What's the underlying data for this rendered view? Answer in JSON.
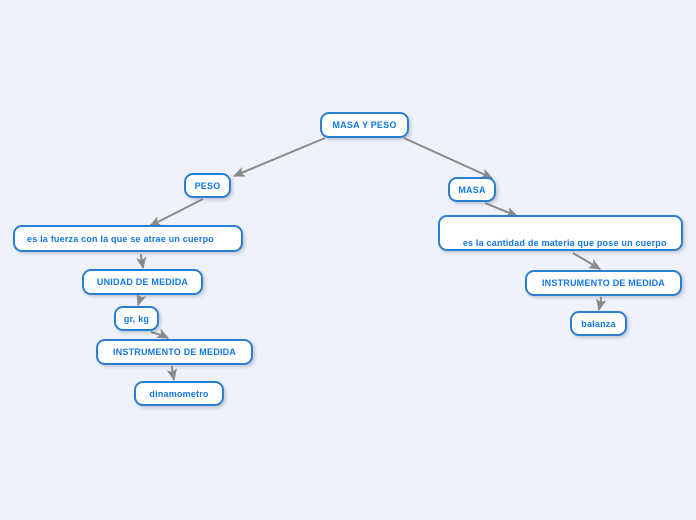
{
  "diagram": {
    "title": "MASA Y PESO",
    "background_color": "#eef2fc",
    "node_border_color": "#2b7fd0",
    "node_text_color": "#1277e8",
    "connector_color": "#8a8a8a",
    "nodes": {
      "root": "MASA Y PESO",
      "peso": "PESO",
      "peso_definition": "es la fuerza con la que se atrae un cuerpo",
      "peso_unidad": "UNIDAD DE MEDIDA",
      "peso_unidad_valor": "gr, kg",
      "peso_instrumento": "INSTRUMENTO DE MEDIDA",
      "peso_instrumento_valor": "dinamometro",
      "masa": "MASA",
      "masa_definition": "es la cantidad de materia que pose un cuerpo",
      "masa_instrumento": "INSTRUMENTO DE MEDIDA",
      "masa_instrumento_valor": "balanza"
    }
  }
}
